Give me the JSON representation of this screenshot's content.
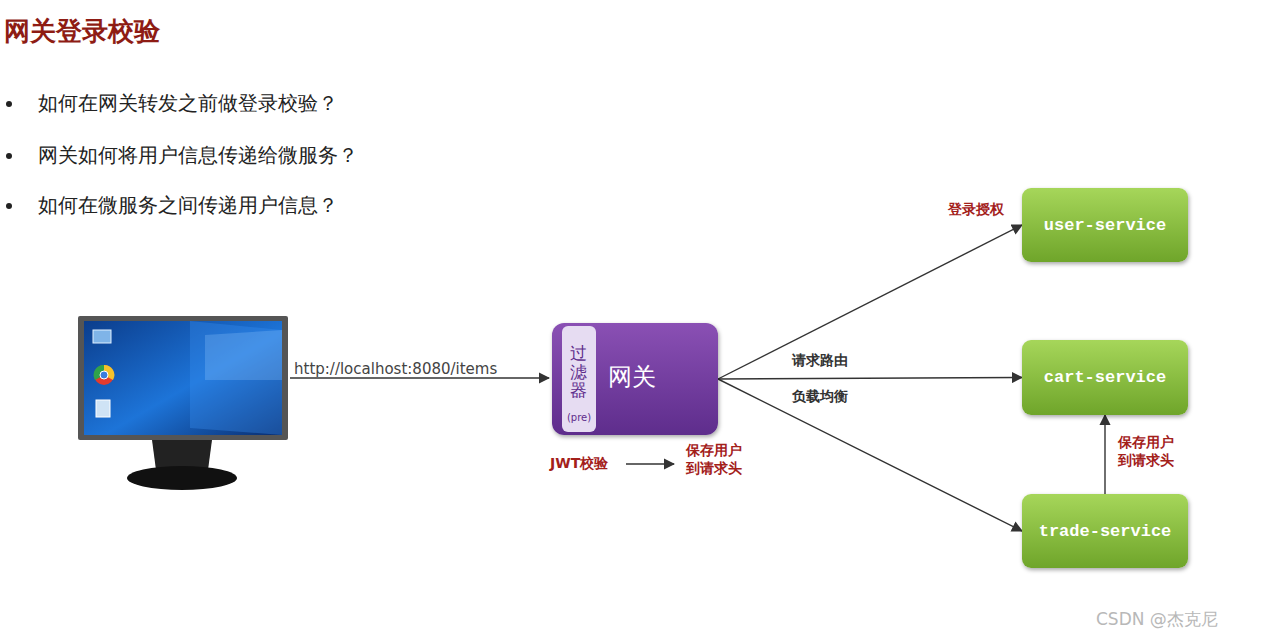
{
  "diagram": {
    "title": "网关登录校验",
    "nodes": [
      {
        "text": [
          "网关"
        ]
      },
      {
        "text": [
          "过滤器",
          "(pre)"
        ],
        "in": 0
      },
      {
        "text": [
          "user-service"
        ]
      },
      {
        "text": [
          "cart-service"
        ]
      },
      {
        "text": [
          "trade-service"
        ]
      }
    ],
    "edges": [
      {
        "from": 0,
        "to": 2,
        "arrow": "to"
      },
      {
        "from": 0,
        "to": 3,
        "label": "请求路由",
        "arrow": "to"
      },
      {
        "from": 0,
        "to": 4,
        "arrow": "to"
      },
      {
        "from": 4,
        "to": 3,
        "label": "保存用户 到请求头",
        "arrow": "to"
      }
    ],
    "labels": [
      "如何在网关转发之前做登录校验？",
      "网关如何将用户信息传递给微服务？",
      "如何在微服务之间传递用户信息？",
      "http://localhost:8080/items",
      "负载均衡",
      "登录授权",
      "JWT校验",
      "保存用户 到请求头",
      "CSDN @杰克尼"
    ]
  }
}
